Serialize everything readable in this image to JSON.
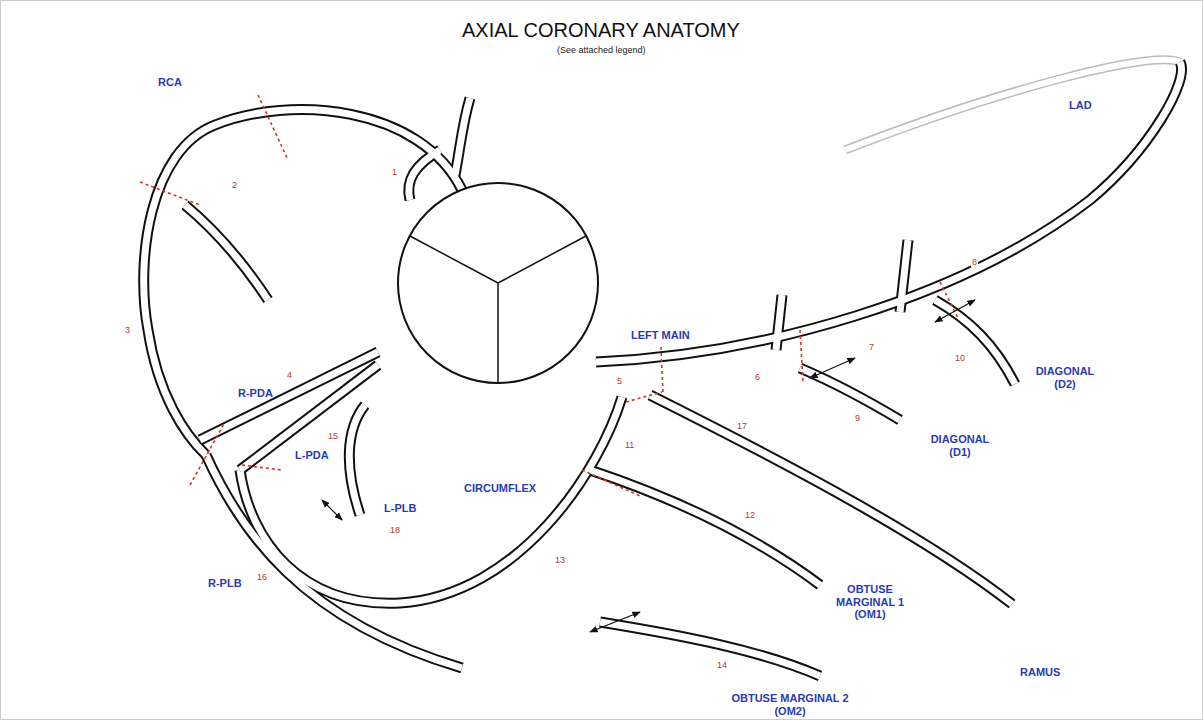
{
  "diagram": {
    "title": "AXIAL CORONARY ANATOMY",
    "caption": "(See attached legend)",
    "labels": [
      "RCA",
      "LAD",
      "LEFT MAIN",
      "R-PDA",
      "L-PDA",
      "L-PLB",
      "R-PLB",
      "CIRCUMFLEX",
      "DIAGONAL (D1)",
      "DIAGONAL (D2)",
      "OBTUSE MARGINAL 1 (OM1)",
      "OBTUSE MARGINAL 2 (OM2)",
      "RAMUS",
      "1",
      "2",
      "3",
      "4",
      "5",
      "6",
      "7",
      "8",
      "9",
      "10",
      "11",
      "12",
      "13",
      "14",
      "15",
      "16",
      "17",
      "18"
    ]
  }
}
